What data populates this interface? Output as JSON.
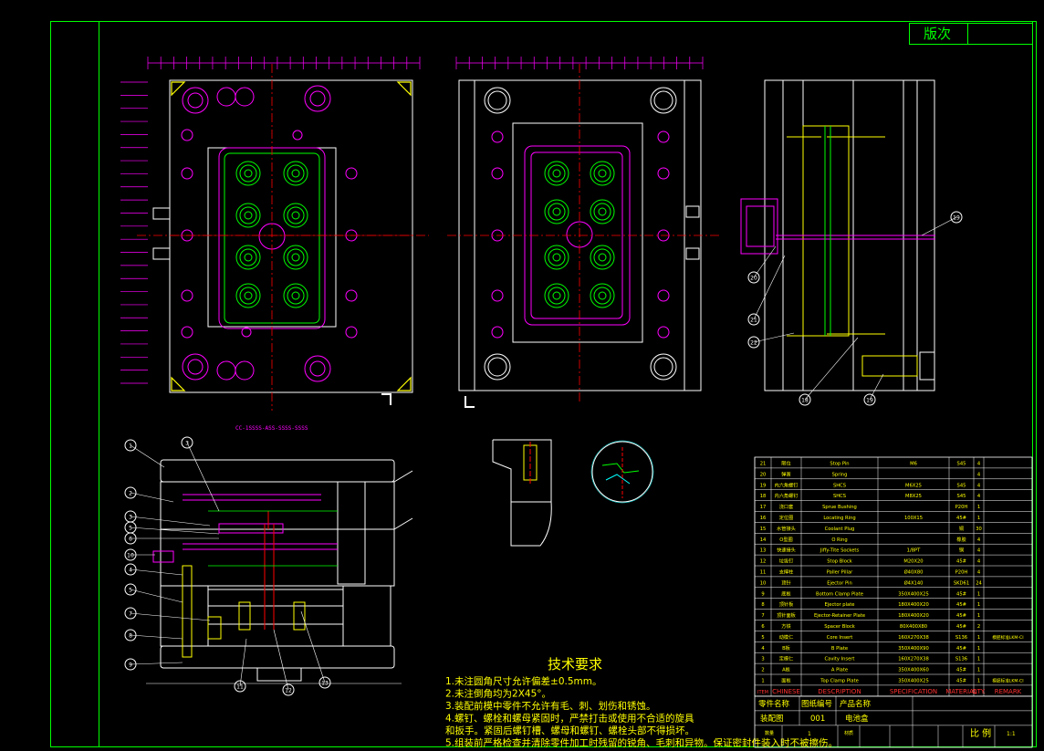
{
  "colors": {
    "frame": "#00ff00",
    "magenta": "#ff00ff",
    "white": "#ffffff",
    "yellow": "#ffff00",
    "red": "#ff0000",
    "cyan": "#00ffff",
    "green": "#00ff00",
    "bom_text": "#ffff00",
    "bom_lines": "#ffffff",
    "header_red": "#ff3030"
  },
  "title_block": {
    "version_label": "版次"
  },
  "section_label": "CC-1SSSS-ASS-SSSS-SSSS",
  "balloons": {
    "left_section": [
      "1",
      "3",
      "2",
      "3",
      "5",
      "6",
      "10",
      "4",
      "5",
      "7",
      "8",
      "9"
    ],
    "bottom_section": [
      "11",
      "12",
      "13"
    ],
    "side_view": [
      "20",
      "21",
      "22",
      "19",
      "18",
      "19"
    ]
  },
  "tech_requirements": {
    "title": "技术要求",
    "lines": [
      "1.未注圆角尺寸允许偏差±0.5mm。",
      "2.未注倒角均为2X45°。",
      "3.装配前模中零件不允许有毛、刺、划伤和锈蚀。",
      "4.螺钉、螺栓和螺母紧固时，严禁打击或使用不合适的旋具",
      "和扳手。紧固后螺钉槽、螺母和螺钉、螺栓头部不得损坏。",
      "5.组装前严格检查并清除零件加工时残留的锐角、毛刺和异物。保证密封件装入时不被擦伤。"
    ]
  },
  "bom": {
    "rows": [
      {
        "no": "21",
        "cn": "限位",
        "en": "Stop Pin",
        "spec": "M6",
        "mat": "S45",
        "qty": "4"
      },
      {
        "no": "20",
        "cn": "弹簧",
        "en": "Spring",
        "spec": "",
        "mat": "",
        "qty": "4"
      },
      {
        "no": "19",
        "cn": "内六角螺钉",
        "en": "SHCS",
        "spec": "M6X25",
        "mat": "S45",
        "qty": "4"
      },
      {
        "no": "18",
        "cn": "内六角螺钉",
        "en": "SHCS",
        "spec": "M8X25",
        "mat": "S45",
        "qty": "4"
      },
      {
        "no": "17",
        "cn": "浇口套",
        "en": "Sprue Bushing",
        "spec": "",
        "mat": "P20H",
        "qty": "1"
      },
      {
        "no": "16",
        "cn": "定位圈",
        "en": "Locating Ring",
        "spec": "100X15",
        "mat": "45#",
        "qty": "1"
      },
      {
        "no": "15",
        "cn": "水管接头",
        "en": "Coolant Plug",
        "spec": "",
        "mat": "铜",
        "qty": "30"
      },
      {
        "no": "14",
        "cn": "O型圈",
        "en": "O Ring",
        "spec": "",
        "mat": "橡胶",
        "qty": "4"
      },
      {
        "no": "13",
        "cn": "快速接头",
        "en": "Jiffy-Tite Sockets",
        "spec": "1/8PT",
        "mat": "铜",
        "qty": "4"
      },
      {
        "no": "12",
        "cn": "垃圾钉",
        "en": "Stop Block",
        "spec": "M20X20",
        "mat": "45#",
        "qty": "4"
      },
      {
        "no": "11",
        "cn": "支撑柱",
        "en": "Paller Pillar",
        "spec": "Ø40X80",
        "mat": "P20H",
        "qty": "4"
      },
      {
        "no": "10",
        "cn": "顶针",
        "en": "Ejector Pin",
        "spec": "Ø4X140",
        "mat": "SKD61",
        "qty": "24"
      },
      {
        "no": "9",
        "cn": "底板",
        "en": "Bottom Clamp Plate",
        "spec": "350X400X25",
        "mat": "45#",
        "qty": "1"
      },
      {
        "no": "8",
        "cn": "顶针板",
        "en": "Ejector plate",
        "spec": "180X400X20",
        "mat": "45#",
        "qty": "1"
      },
      {
        "no": "7",
        "cn": "顶针面板",
        "en": "Ejector-Retainer Plate",
        "spec": "180X400X20",
        "mat": "45#",
        "qty": "1"
      },
      {
        "no": "6",
        "cn": "方铁",
        "en": "Spacer Block",
        "spec": "80X400X80",
        "mat": "45#",
        "qty": "2"
      },
      {
        "no": "5",
        "cn": "动模仁",
        "en": "Core Insert",
        "spec": "160X270X38",
        "mat": "S136",
        "qty": "1"
      },
      {
        "no": "4",
        "cn": "B板",
        "en": "B Plate",
        "spec": "350X400X90",
        "mat": "45#",
        "qty": "1"
      },
      {
        "no": "3",
        "cn": "定模仁",
        "en": "Cavity Insert",
        "spec": "160X270X38",
        "mat": "S136",
        "qty": "1"
      },
      {
        "no": "2",
        "cn": "A板",
        "en": "A Plate",
        "spec": "350X400X60",
        "mat": "45#",
        "qty": "1"
      },
      {
        "no": "1",
        "cn": "面板",
        "en": "Top Clamp Plate",
        "spec": "350X400X25",
        "mat": "45#",
        "qty": "1"
      }
    ],
    "header": {
      "item": "ITEM",
      "chinese": "CHINESE",
      "description": "DESCRIPTION",
      "specification": "SPECIFICATION",
      "material": "MATERIAL",
      "qty": "QTY.",
      "remark": "REMARK"
    },
    "notes": [
      "模胚标准LKM-CI",
      "模胚标准LKM-CI"
    ],
    "footer": {
      "part_name_label": "零件名称",
      "drawing_no_label": "图纸编号",
      "product_name_label": "产品名称",
      "part_name": "装配图",
      "drawing_no": "001",
      "product_name": "电池盒",
      "qty_label": "数量",
      "qty": "1",
      "material_label": "材质",
      "scale_label": "比 例",
      "scale": "1:1"
    }
  }
}
